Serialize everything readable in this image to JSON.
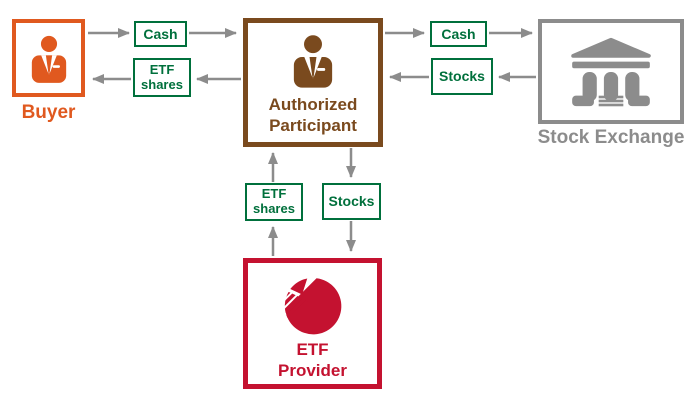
{
  "nodes": {
    "buyer": {
      "label": "Buyer"
    },
    "authorized_participant": {
      "lines": [
        "Authorized",
        "Participant"
      ]
    },
    "stock_exchange": {
      "label": "Stock Exchange"
    },
    "etf_provider": {
      "lines": [
        "ETF",
        "Provider"
      ]
    }
  },
  "flow_labels": {
    "buyer_to_ap": "Cash",
    "ap_to_buyer": [
      "ETF",
      "shares"
    ],
    "ap_to_exchange": "Cash",
    "exchange_to_ap": "Stocks",
    "provider_to_ap": [
      "ETF",
      "shares"
    ],
    "ap_to_provider": "Stocks"
  },
  "icons": {
    "buyer": "businessman-icon",
    "authorized_participant": "businessman-icon",
    "stock_exchange": "bank-building-icon",
    "etf_provider": "pie-chart-icon"
  },
  "colors": {
    "buyer_orange": "#E0591F",
    "participant_brown": "#7A4A1E",
    "exchange_gray": "#8C8C8C",
    "provider_red": "#C41230",
    "label_green": "#00703C",
    "arrow_gray": "#8C8C8C",
    "background": "#FFFFFF"
  }
}
